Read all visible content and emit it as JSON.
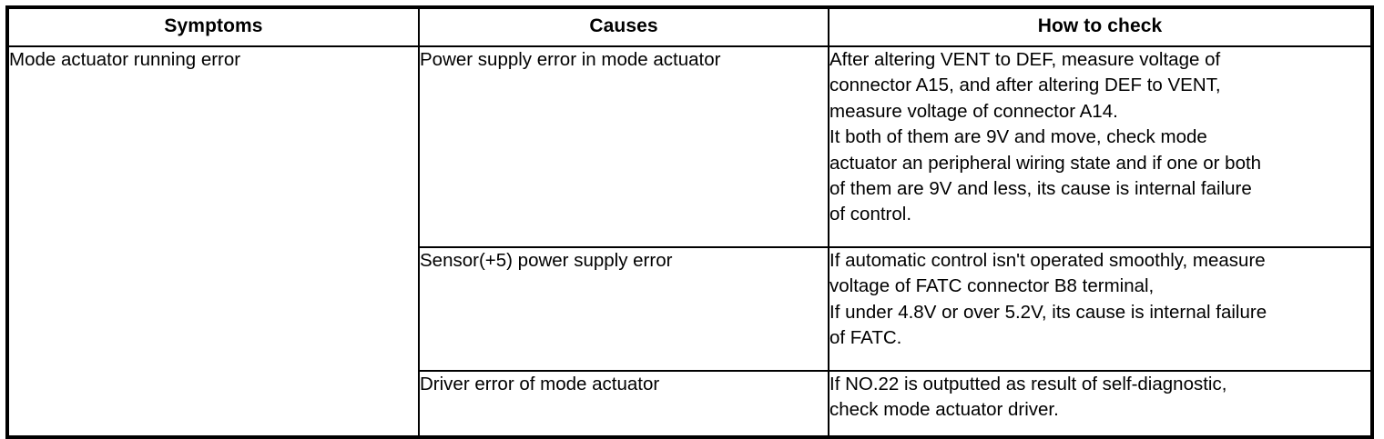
{
  "table": {
    "columns": [
      {
        "key": "symptoms",
        "header": "Symptoms"
      },
      {
        "key": "causes",
        "header": "Causes"
      },
      {
        "key": "how_to_check",
        "header": "How to check"
      }
    ],
    "symptom": "Mode actuator running error",
    "rows": [
      {
        "cause": "Power supply error in mode actuator",
        "how_to_check": "After altering VENT to DEF, measure voltage of\nconnector A15, and after altering DEF to VENT,\nmeasure voltage of connector A14.\nIt both of them are 9V and move, check mode\nactuator an peripheral wiring state and if one or both\nof them are 9V and less, its cause is internal failure\nof control."
      },
      {
        "cause": "Sensor(+5) power supply error",
        "how_to_check": "If automatic control isn't operated smoothly, measure\nvoltage of FATC connector B8 terminal,\nIf under 4.8V or over 5.2V, its cause is internal failure\nof FATC."
      },
      {
        "cause": "Driver error of mode actuator",
        "how_to_check": "If NO.22 is outputted as result of self-diagnostic,\ncheck mode actuator driver."
      }
    ]
  },
  "style": {
    "border_color": "#000000",
    "text_color": "#000000",
    "background": "#ffffff"
  }
}
